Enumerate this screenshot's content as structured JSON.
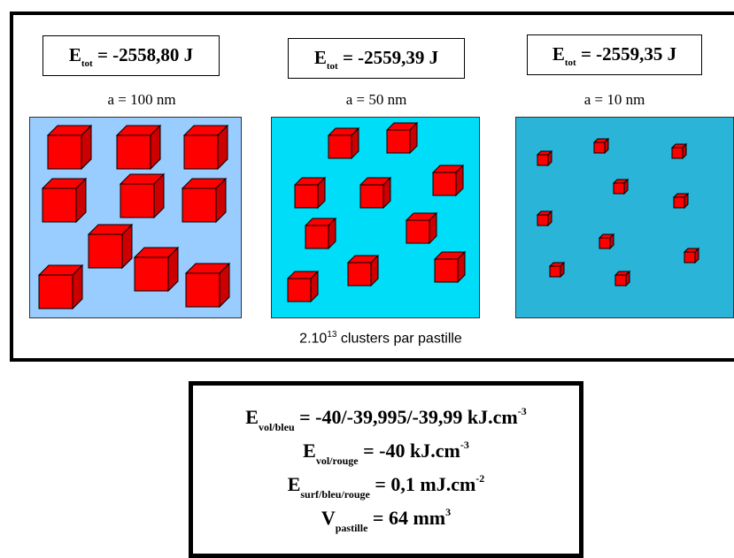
{
  "energy_boxes": [
    {
      "symbol": "E",
      "subscript": "tot",
      "value": "= -2558,80 J"
    },
    {
      "symbol": "E",
      "subscript": "tot",
      "value": "= -2559,39 J"
    },
    {
      "symbol": "E",
      "subscript": "tot",
      "value": "= -2559,35 J"
    }
  ],
  "panels": [
    {
      "label": "a = 100 nm",
      "background": "#99ccff"
    },
    {
      "label": "a = 50 nm",
      "background": "#00ddf8"
    },
    {
      "label": "a = 10 nm",
      "background": "#2ab5d8"
    }
  ],
  "cube_color": "#ff0000",
  "caption": {
    "base": "2.10",
    "exponent": "13",
    "text": " clusters par pastille"
  },
  "formulas": [
    {
      "symbol": "E",
      "subscript": "vol/bleu",
      "value": "= -40/-39,995/-39,99 kJ.cm",
      "exponent": "-3"
    },
    {
      "symbol": "E",
      "subscript": "vol/rouge",
      "value": "= -40 kJ.cm",
      "exponent": "-3"
    },
    {
      "symbol": "E",
      "subscript": "surf/bleu/rouge",
      "value": "= 0,1 mJ.cm",
      "exponent": "-2"
    },
    {
      "symbol": "V",
      "subscript": "pastille",
      "value": "= 64 mm",
      "exponent": "3"
    }
  ]
}
